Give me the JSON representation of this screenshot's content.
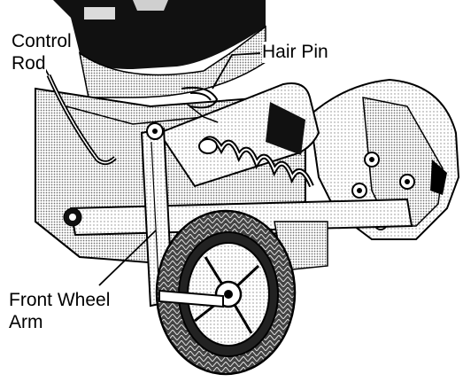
{
  "labels": {
    "control_rod_line1": "Control",
    "control_rod_line2": "Rod",
    "hair_pin": "Hair Pin",
    "front_wheel_arm_line1": "Front Wheel",
    "front_wheel_arm_line2": "Arm"
  },
  "colors": {
    "ink": "#000000",
    "stipple": "#8a8a8a",
    "paper": "#ffffff"
  }
}
